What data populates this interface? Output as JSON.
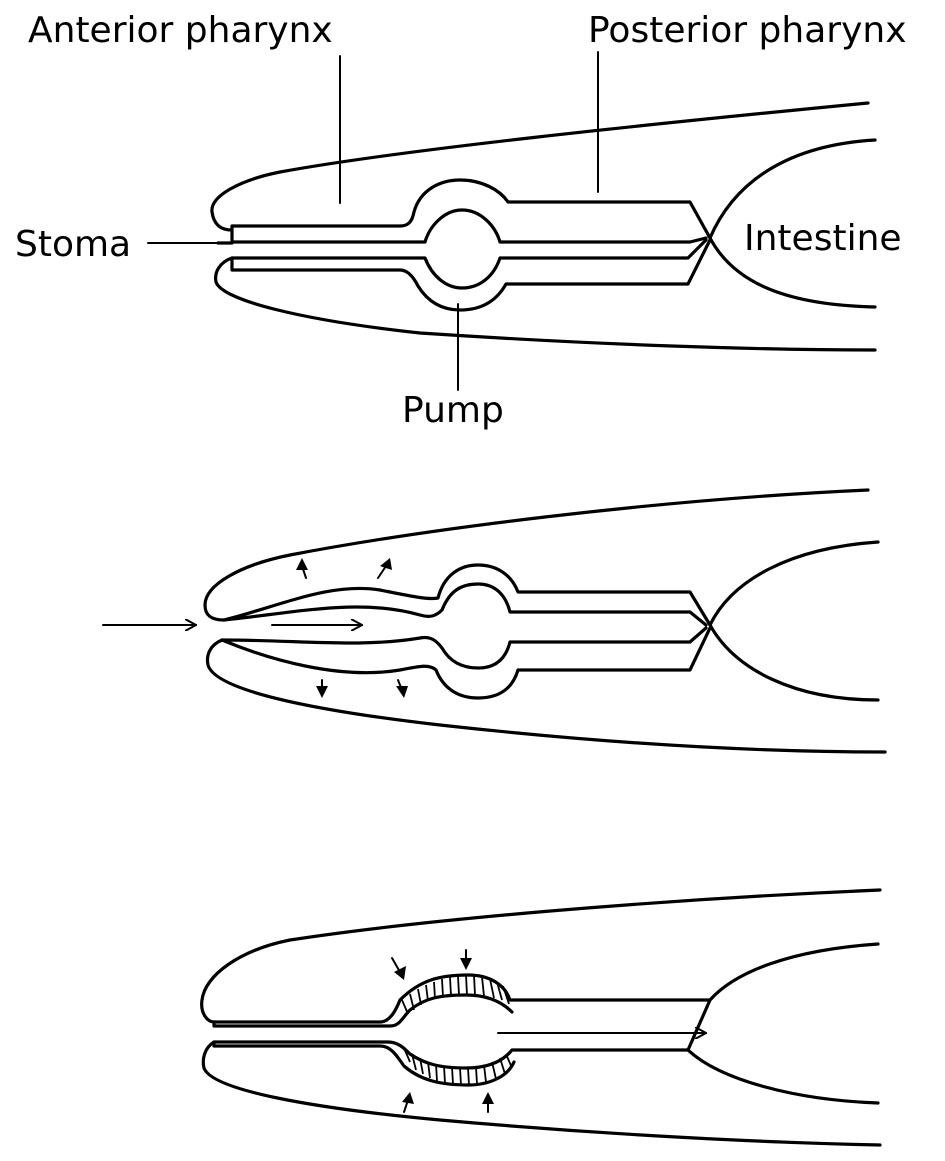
{
  "labels": {
    "anterior_pharynx": "Anterior pharynx",
    "posterior_pharynx": "Posterior pharynx",
    "stoma": "Stoma",
    "intestine": "Intestine",
    "pump": "Pump"
  },
  "colors": {
    "ink": "#000000",
    "background": "#ffffff"
  }
}
